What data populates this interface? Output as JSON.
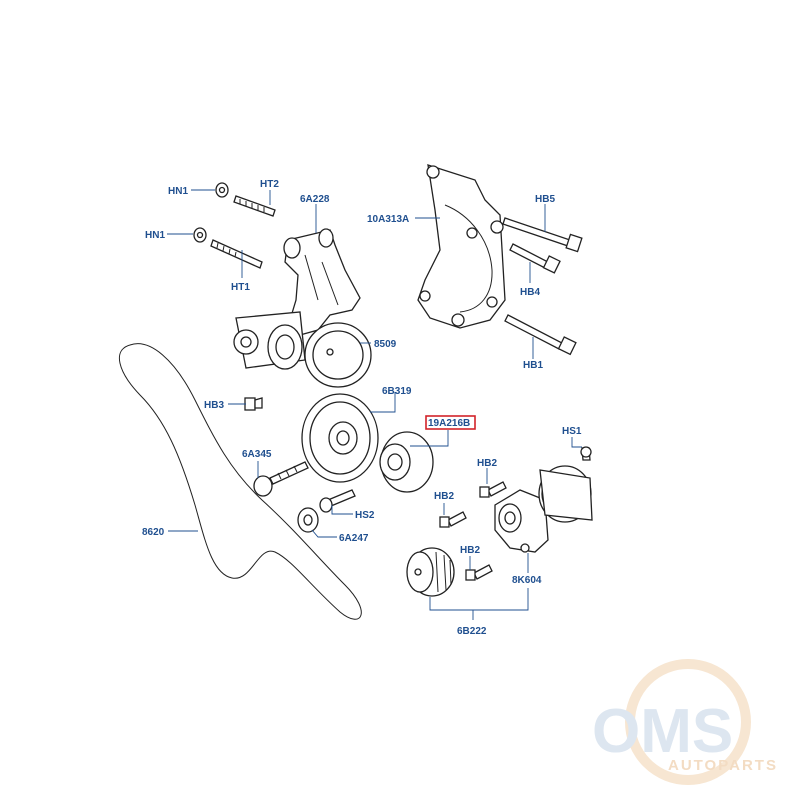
{
  "diagram": {
    "labels": {
      "hn1_top": "HN1",
      "ht2": "HT2",
      "p6a228": "6A228",
      "hn1_mid": "HN1",
      "ht1": "HT1",
      "p10a313a": "10A313A",
      "hb5": "HB5",
      "hb4": "HB4",
      "hb1": "HB1",
      "p8509": "8509",
      "hb3": "HB3",
      "p6b319": "6B319",
      "p19a216b": "19A216B",
      "hs1": "HS1",
      "p6a345": "6A345",
      "hb2_a": "HB2",
      "hb2_b": "HB2",
      "hs2": "HS2",
      "p8620": "8620",
      "p6a247": "6A247",
      "hb2_c": "HB2",
      "p8k604": "8K604",
      "p6b222": "6B222"
    },
    "highlight_color": "#d2232a",
    "label_color": "#1f4f8f"
  },
  "watermark": {
    "brand": "OMS",
    "tagline": "AUTOPARTS"
  }
}
